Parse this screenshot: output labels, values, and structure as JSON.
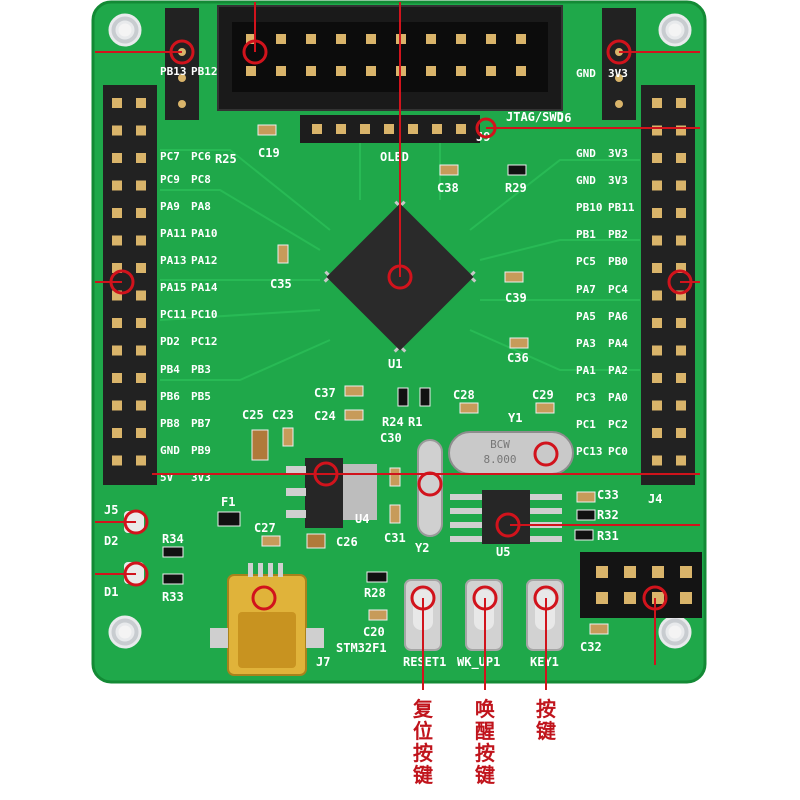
{
  "board": {
    "pcb_color": "#1fa84a",
    "pcb_edge_color": "#138a35",
    "silk_color": "#ffffff",
    "marker_color": "#d1131c"
  },
  "labels": {
    "left_header": [
      "PB13",
      "PB12",
      "PC7",
      "PC6",
      "PC9",
      "PC8",
      "PA9",
      "PA8",
      "PA11",
      "PA10",
      "PA13",
      "PA12",
      "PA15",
      "PA14",
      "PC11",
      "PC10",
      "PD2",
      "PC12",
      "PB4",
      "PB3",
      "PB6",
      "PB5",
      "PB8",
      "PB7",
      "GND",
      "PB9",
      "5V",
      "3V3"
    ],
    "right_header": [
      "GND",
      "3V3",
      "GND",
      "3V3",
      "GND",
      "3V3",
      "PB10",
      "PB11",
      "PB1",
      "PB2",
      "PC5",
      "PB0",
      "PA7",
      "PC4",
      "PA5",
      "PA6",
      "PA3",
      "PA4",
      "PA1",
      "PA2",
      "PC3",
      "PA0",
      "PC1",
      "PC2",
      "PC13",
      "PC0"
    ],
    "designators": [
      "R25",
      "C19",
      "OLED",
      "J6",
      "J9",
      "JTAG/SWD",
      "C38",
      "R29",
      "C35",
      "C39",
      "C36",
      "U1",
      "C37",
      "C24",
      "C28",
      "C29",
      "R24",
      "R1",
      "C30",
      "C25",
      "C23",
      "Y1",
      "U4",
      "Y2",
      "C33",
      "R32",
      "R31",
      "J5",
      "J4",
      "D2",
      "D1",
      "R34",
      "R33",
      "F1",
      "C27",
      "C26",
      "C31",
      "U5",
      "R28",
      "C20",
      "C32",
      "J7",
      "RESET1",
      "WK_UP1",
      "KEY1",
      "STM32F1"
    ],
    "crystal_text": [
      "BCW",
      "8.000"
    ]
  },
  "callouts": {
    "reset": "复位按键",
    "wakeup": "唤醒按键",
    "key": "按键"
  }
}
